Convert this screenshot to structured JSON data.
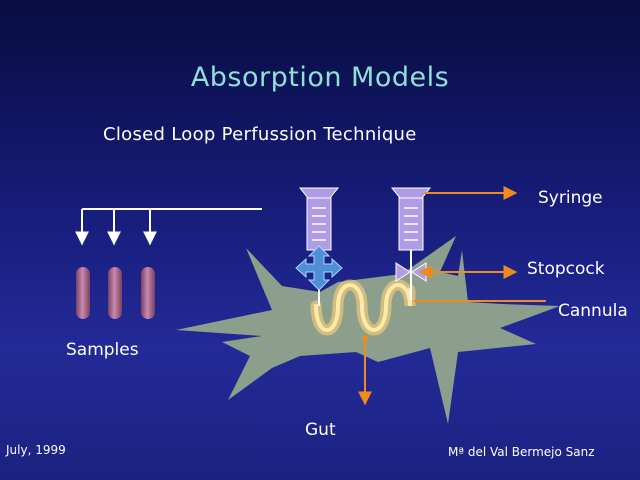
{
  "slide": {
    "title": "Absorption Models",
    "subtitle": "Closed Loop Perfussion Technique",
    "footer_date": "July, 1999",
    "footer_author": "Mª del Val Bermejo Sanz"
  },
  "labels": {
    "syringe": "Syringe",
    "stopcock": "Stopcock",
    "cannula": "Cannula",
    "samples": "Samples",
    "gut": "Gut"
  },
  "colors": {
    "background_top": "#080c40",
    "background_bottom": "#232a98",
    "title": "#8fe0d6",
    "arrow_orange": "#f08a1e",
    "gut": "#8c9e8c",
    "syringe_body": "#b09be6",
    "sample_tube": "#b47a9c",
    "loop_glow": "#ffd27a"
  }
}
